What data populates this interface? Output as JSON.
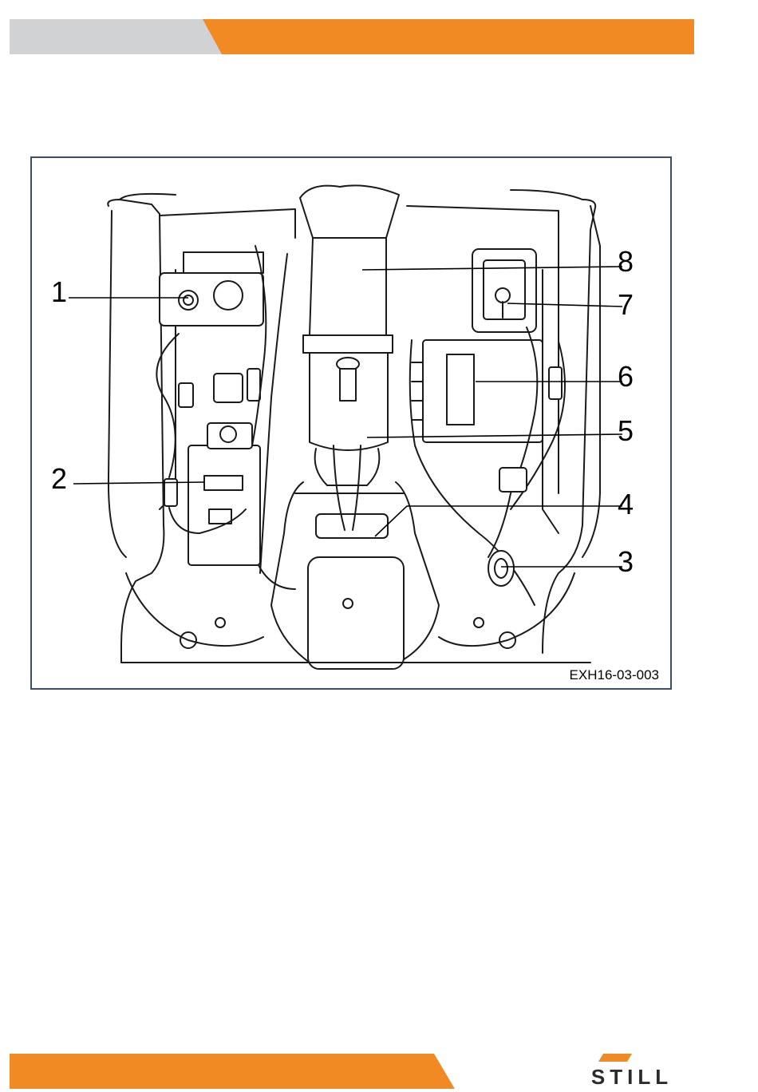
{
  "header": {
    "colors": {
      "grey": "#d1d2d4",
      "orange": "#f28a24"
    }
  },
  "figure": {
    "figure_id": "EXH16-03-003",
    "callouts": [
      "1",
      "2",
      "3",
      "4",
      "5",
      "6",
      "7",
      "8"
    ]
  },
  "footer": {
    "brand": "STILL",
    "colors": {
      "orange": "#f28a24",
      "logo": "#2b2b2b"
    }
  }
}
